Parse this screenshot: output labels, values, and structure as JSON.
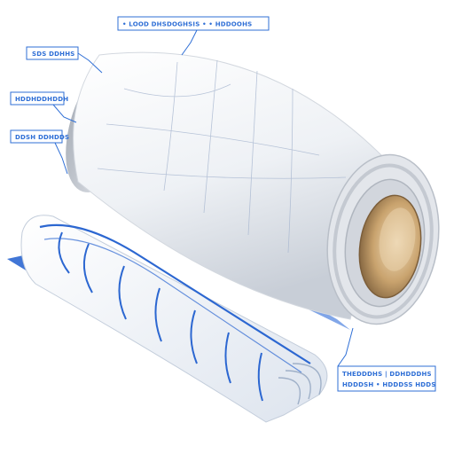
{
  "colors": {
    "background": "#ffffff",
    "callout_blue": "#2f6fd6",
    "shadow_blue": "#3a74d8",
    "roll_white": "#f4f6f9",
    "roll_shade": "#c9ced6",
    "core_tan": "#c9a36e",
    "core_dark": "#8a6a42",
    "sheet_stripe": "#2c67d1"
  },
  "callouts": [
    {
      "text": "• LOOD DHSDOGHSIS • • HDDOOHS"
    },
    {
      "text": "SDS DDHHS"
    },
    {
      "text": "HDDHDDHDDH"
    },
    {
      "text": "DDSH DDHDDS"
    },
    {
      "text": "THEDDDHS | DDHDDDHS"
    },
    {
      "text": "HDDDSH • HDDDSS HDDS"
    }
  ]
}
